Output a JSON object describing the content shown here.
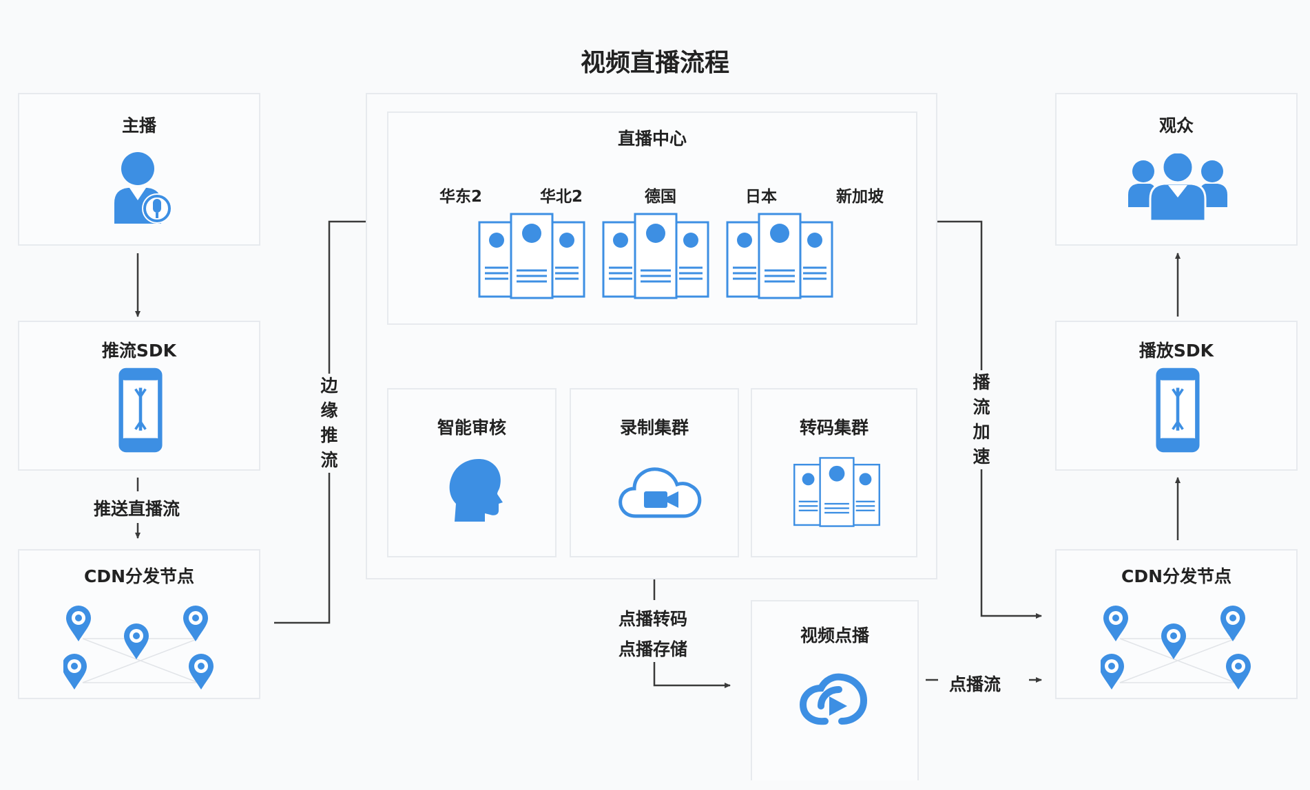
{
  "title": "视频直播流程",
  "colors": {
    "accent": "#3d8fe3",
    "line": "#3a3a3a",
    "box_border": "#e7eaee"
  },
  "left": {
    "anchor": {
      "title": "主播",
      "icon": "broadcaster-mic-icon"
    },
    "push_sdk": {
      "title": "推流SDK",
      "icon": "phone-icon"
    },
    "push_label": "推送直播流",
    "cdn": {
      "title": "CDN分发节点",
      "icon": "map-pin-icon"
    }
  },
  "edge_push_label": "边缘推流",
  "live_center": {
    "title": "直播中心",
    "regions": [
      "华东2",
      "华北2",
      "德国",
      "日本",
      "新加坡"
    ]
  },
  "clusters": [
    {
      "title": "智能审核",
      "icon": "head-profile-icon"
    },
    {
      "title": "录制集群",
      "icon": "cloud-video-icon"
    },
    {
      "title": "转码集群",
      "icon": "server-icon"
    }
  ],
  "vod_labels": [
    "点播转码",
    "点播存储"
  ],
  "vod": {
    "title": "视频点播",
    "icon": "cloud-play-icon"
  },
  "vod_stream_label": "点播流",
  "playback_accel_label": "播流加速",
  "right": {
    "audience": {
      "title": "观众",
      "icon": "audience-icon"
    },
    "play_sdk": {
      "title": "播放SDK",
      "icon": "phone-icon"
    },
    "cdn": {
      "title": "CDN分发节点",
      "icon": "map-pin-icon"
    }
  }
}
